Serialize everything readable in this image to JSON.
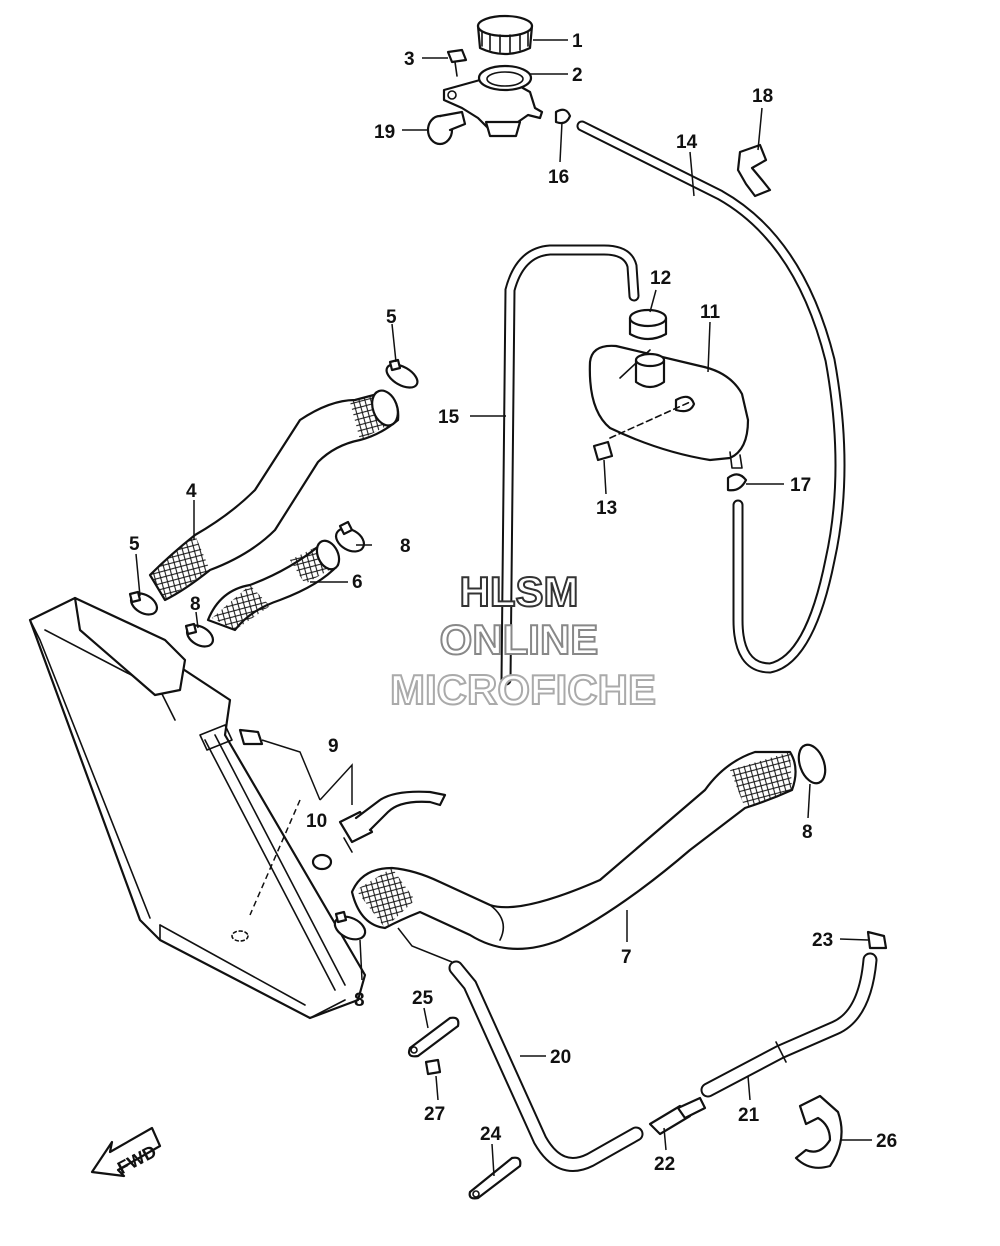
{
  "watermark": {
    "line1": "HLSM",
    "line2": "ONLINE",
    "line3": "MICROFICHE",
    "color_line1": "#333333",
    "color_line2": "#888888",
    "color_line3": "#aaaaaa"
  },
  "direction_arrow": {
    "label": "FWD"
  },
  "callouts": {
    "c1": "1",
    "c2": "2",
    "c3": "3",
    "c4": "4",
    "c5a": "5",
    "c5b": "5",
    "c6": "6",
    "c7": "7",
    "c8a": "8",
    "c8b": "8",
    "c8c": "8",
    "c8d": "8",
    "c9": "9",
    "c10": "10",
    "c11": "11",
    "c12": "12",
    "c13": "13",
    "c14": "14",
    "c15": "15",
    "c16": "16",
    "c17": "17",
    "c18": "18",
    "c19": "19",
    "c20": "20",
    "c21": "21",
    "c22": "22",
    "c23": "23",
    "c24": "24",
    "c25": "25",
    "c26": "26",
    "c27": "27"
  }
}
